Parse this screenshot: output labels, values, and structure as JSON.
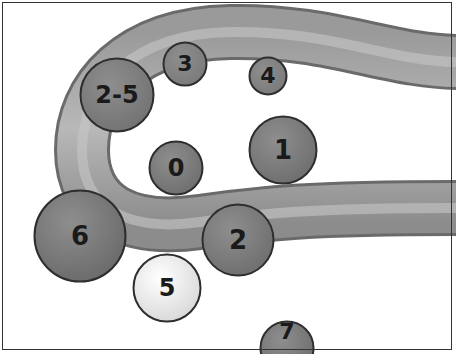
{
  "diagram": {
    "nodes": [
      {
        "text": [
          "3"
        ]
      },
      {
        "text": [
          "4"
        ]
      },
      {
        "text": [
          "2-5"
        ]
      },
      {
        "text": [
          "0"
        ]
      },
      {
        "text": [
          "1"
        ]
      },
      {
        "text": [
          "6"
        ]
      },
      {
        "text": [
          "2"
        ]
      },
      {
        "text": [
          "5"
        ]
      },
      {
        "text": [
          "7"
        ]
      }
    ]
  }
}
